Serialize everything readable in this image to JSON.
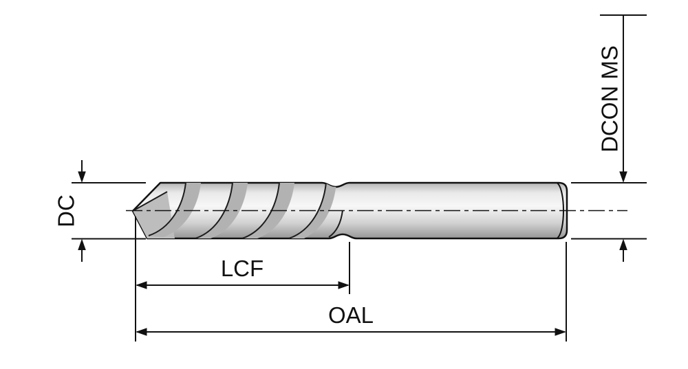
{
  "diagram": {
    "labels": {
      "diameter": "DC",
      "flute_length": "LCF",
      "overall_length": "OAL",
      "shank_diameter": "DCON MS"
    },
    "colors": {
      "line": "#111111",
      "background": "#ffffff",
      "steel_light": "#f7f7f7",
      "steel_mid": "#d2d2d2",
      "steel_dark": "#9a9a9a"
    }
  }
}
